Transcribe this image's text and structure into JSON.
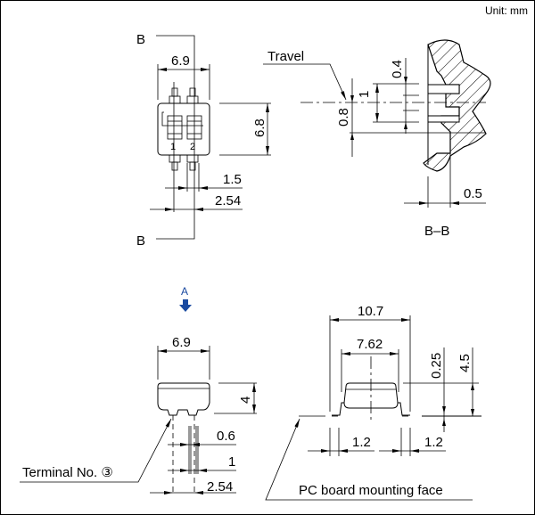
{
  "unit_label": "Unit: mm",
  "top_view": {
    "section_mark_top": "B",
    "section_mark_bottom": "B",
    "width": "6.9",
    "height": "6.8",
    "pin_pitch_inner": "1.5",
    "pin_pitch": "2.54",
    "switch_numbers": [
      "1",
      "2"
    ]
  },
  "section_view": {
    "travel_label": "Travel",
    "dim_0_4": "0.4",
    "dim_1": "1",
    "dim_0_8": "0.8",
    "dim_0_5": "0.5",
    "title": "B–B"
  },
  "side_view": {
    "view_arrow_label": "A",
    "width": "6.9",
    "height": "4",
    "lead_width": "0.6",
    "lead_span": "1",
    "pin_pitch": "2.54",
    "terminal_label": "Terminal No. ③"
  },
  "front_view": {
    "overall_width": "10.7",
    "lead_pitch": "7.62",
    "standoff": "0.25",
    "height": "4.5",
    "lead_left": "1.2",
    "lead_right": "1.2",
    "mounting_label": "PC board mounting face"
  },
  "colors": {
    "accent": "#1a4aa0"
  }
}
